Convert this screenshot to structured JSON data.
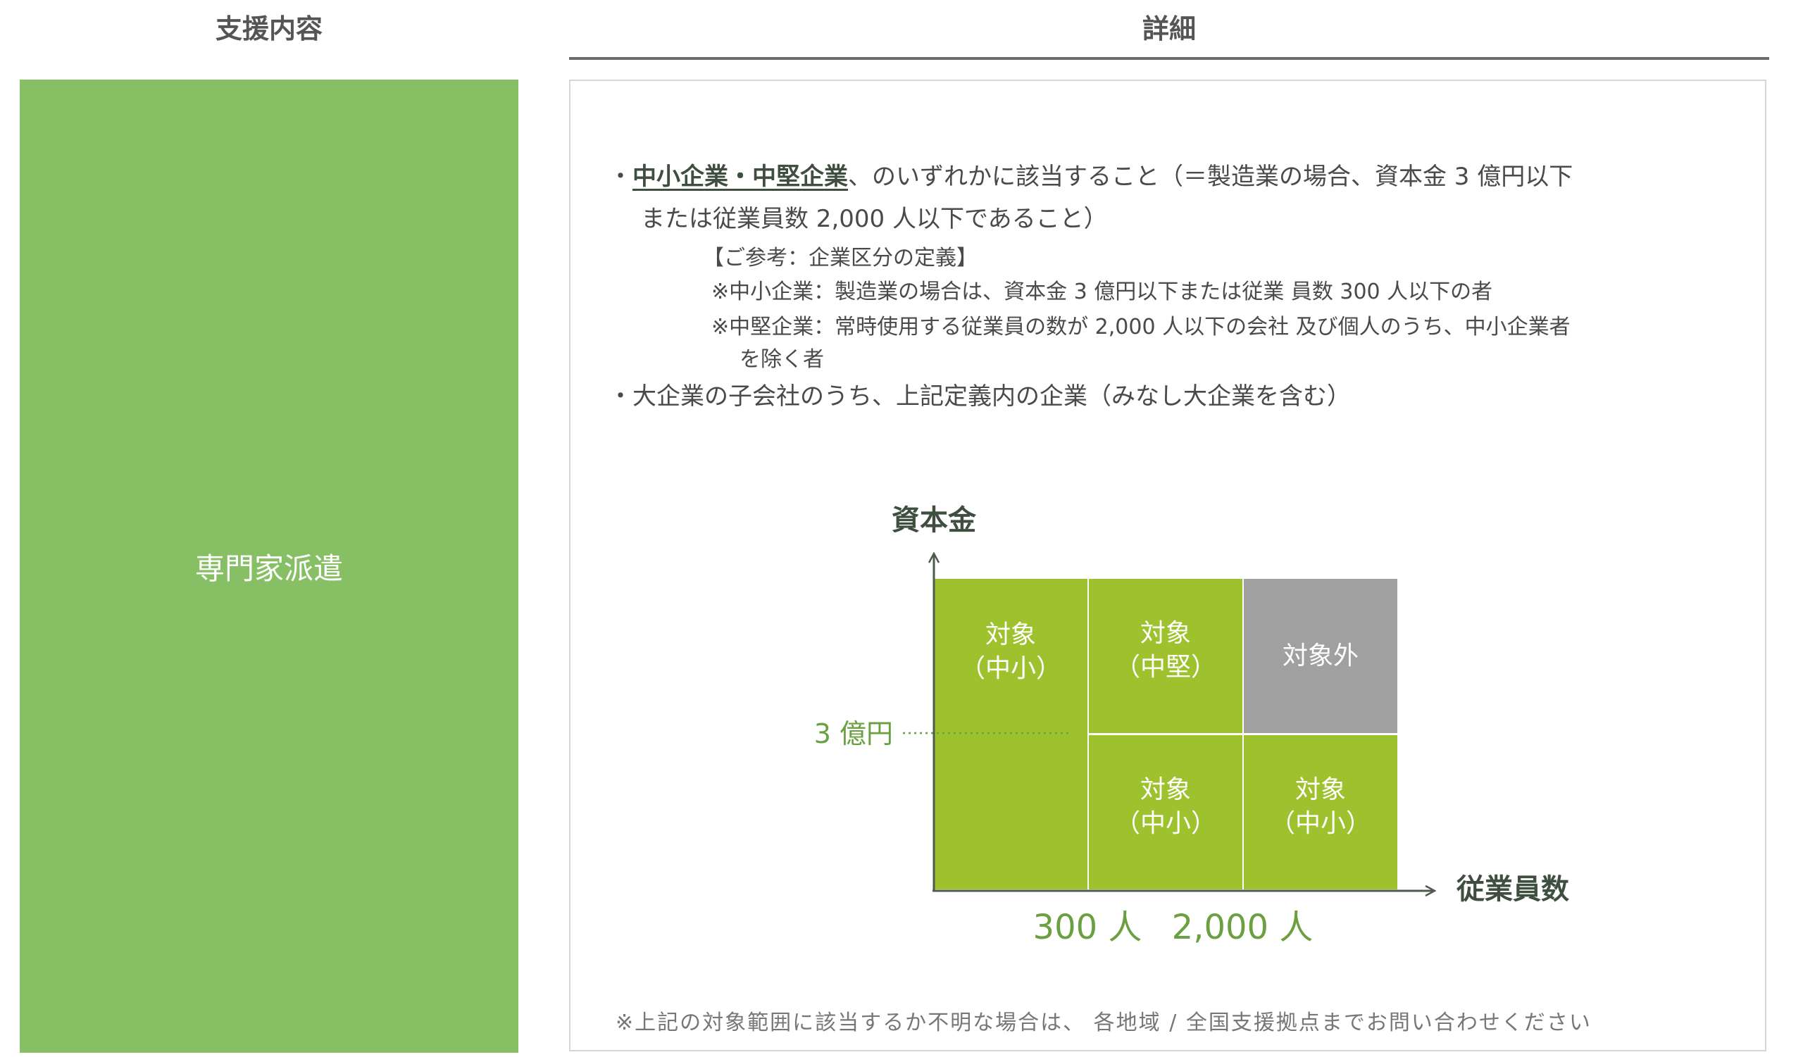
{
  "header": {
    "left_title": "支援内容",
    "right_title": "詳細"
  },
  "support": {
    "label": "専門家派遣"
  },
  "details": {
    "line1_bullet": "・",
    "line1_bold": "中小企業・中堅企業",
    "line1_rest": "、のいずれかに該当すること（＝製造業の場合、資本金 3 億円以下",
    "line2": "または従業員数 2,000 人以下であること）",
    "ref_title": "【ご参考：企業区分の定義】",
    "ref_sme": "※中小企業：製造業の場合は、資本金 3 億円以下または従業 員数 300 人以下の者",
    "ref_mid_1": "※中堅企業：常時使用する従業員の数が 2,000 人以下の会社 及び個人のうち、中小企業者",
    "ref_mid_2": "を除く者",
    "line_subsidiary": "・大企業の子会社のうち、上記定義内の企業（みなし大企業を含む）",
    "note": "※上記の対象範囲に該当するか不明な場合は、 各地域 / 全国支援拠点までお問い合わせください"
  },
  "diagram": {
    "y_axis_title": "資本金",
    "x_axis_title": "従業員数",
    "y_threshold_label": "3 億円",
    "x_tick_1": "300 人",
    "x_tick_2": "2,000 人",
    "cells": {
      "left_tall": {
        "line1": "対象",
        "line2": "（中小）"
      },
      "mid_top": {
        "line1": "対象",
        "line2": "（中堅）"
      },
      "right_top": {
        "line1": "対象外",
        "line2": ""
      },
      "mid_bottom": {
        "line1": "対象",
        "line2": "（中小）"
      },
      "right_bottom": {
        "line1": "対象",
        "line2": "（中小）"
      }
    },
    "colors": {
      "target": "#9dc22e",
      "excluded": "#a0a0a0",
      "label_green": "#6aa040",
      "axis": "#4f5a4f"
    }
  }
}
